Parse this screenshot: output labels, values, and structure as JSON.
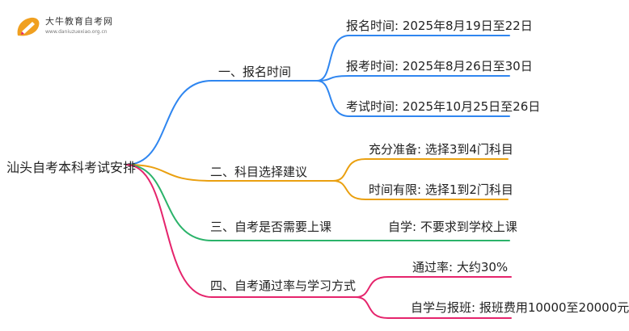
{
  "logo": {
    "title": "大牛教育自考网",
    "url": "www.daniuzuexiao.org.cn",
    "icon": "book-pencil-icon"
  },
  "root": {
    "label": "汕头自考本科考试安排"
  },
  "colors": {
    "branch1": "#2f86f0",
    "branch2": "#eaa010",
    "branch3": "#2bb36a",
    "branch4": "#e5246c"
  },
  "branches": [
    {
      "label": "一、报名时间",
      "children": [
        "报名时间: 2025年8月19日至22日",
        "报考时间: 2025年8月26日至30日",
        "考试时间: 2025年10月25日至26日"
      ]
    },
    {
      "label": "二、科目选择建议",
      "children": [
        "充分准备: 选择3到4门科目",
        "时间有限: 选择1到2门科目"
      ]
    },
    {
      "label": "三、自考是否需要上课",
      "children": [
        "自学: 不要求到学校上课"
      ]
    },
    {
      "label": "四、自考通过率与学习方式",
      "children": [
        "通过率: 大约30%",
        "自学与报班: 报班费用10000至20000元"
      ]
    }
  ]
}
